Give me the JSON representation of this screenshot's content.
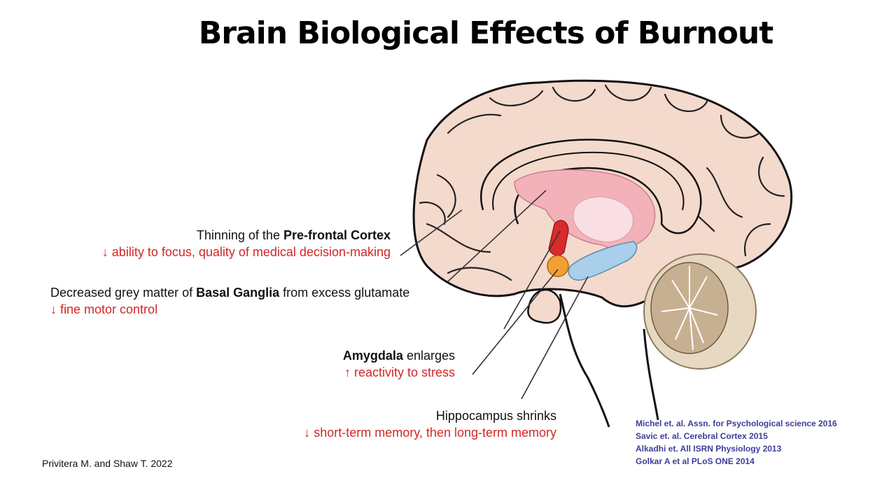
{
  "title": "Brain Biological Effects of Burnout",
  "annotations": {
    "prefrontal": {
      "prefix": "Thinning of the ",
      "bold": "Pre-frontal Cortex",
      "suffix": "",
      "effect": "↓ ability to focus, quality of medical decision-making"
    },
    "basal_ganglia": {
      "prefix": "Decreased grey matter of ",
      "bold": "Basal Ganglia",
      "suffix": " from excess glutamate",
      "effect": "↓ fine motor control"
    },
    "amygdala": {
      "prefix": "",
      "bold": "Amygdala",
      "suffix": " enlarges",
      "effect": "↑ reactivity to stress"
    },
    "hippocampus": {
      "prefix": "Hippocampus shrinks",
      "bold": "",
      "suffix": "",
      "effect": "↓ short-term memory, then long-term memory"
    }
  },
  "credit": "Privitera M. and Shaw T. 2022",
  "references": [
    "Michel et. al. Assn. for Psychological science 2016",
    "Savic et. al. Cerebral Cortex 2015",
    "Alkadhi et. All ISRN Physiology 2013",
    "Golkar A et al PLoS ONE 2014"
  ],
  "colors": {
    "effect_text": "#d32626",
    "cortex": "#f4d9cd",
    "thalamus": "#f3b2ba",
    "basal_ganglia": "#d82b2b",
    "amygdala": "#f2a033",
    "hippocampus": "#a9cfea",
    "references": "#3d3d9b"
  }
}
